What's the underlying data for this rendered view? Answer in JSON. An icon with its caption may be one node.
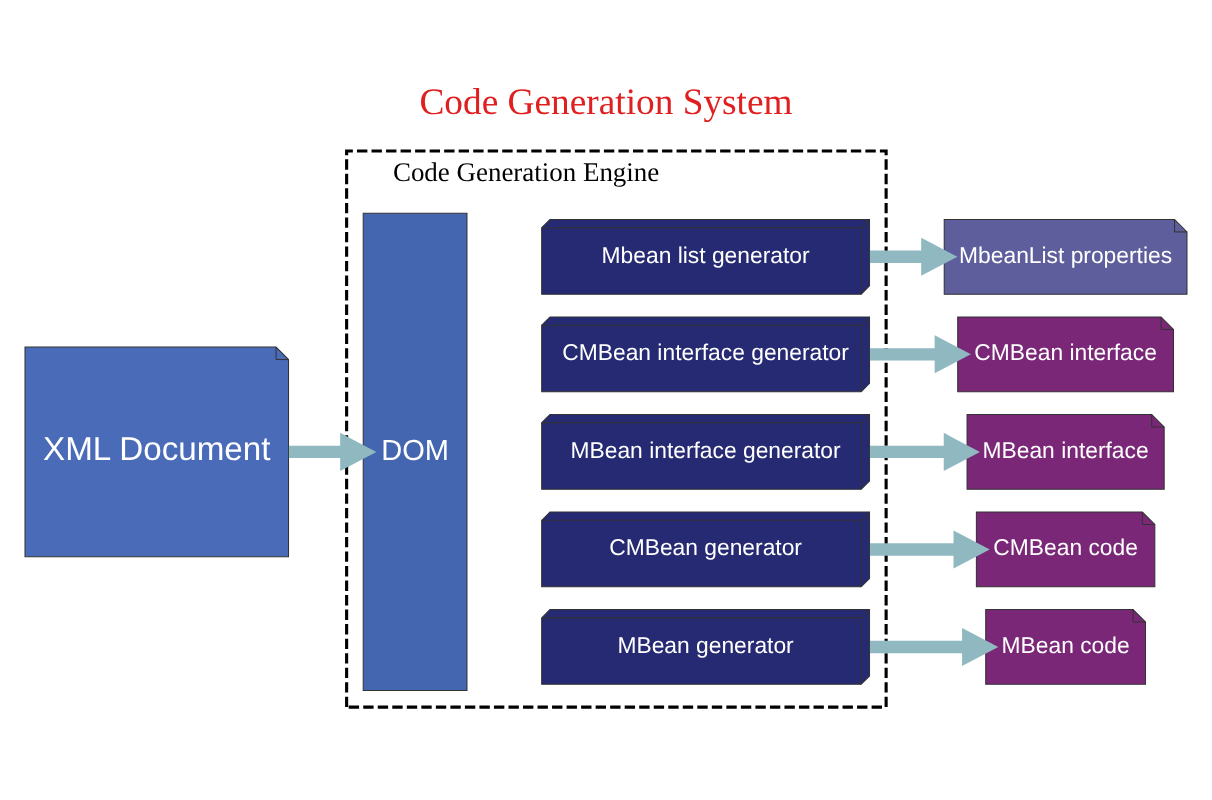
{
  "diagram": {
    "title": "Code Generation System",
    "nodes": [
      {
        "text": [
          "XML Document"
        ]
      },
      {
        "text": [
          "Code Generation Engine"
        ]
      },
      {
        "text": [
          "DOM"
        ],
        "in": 1
      },
      {
        "text": [
          "Mbean list generator"
        ],
        "in": 1
      },
      {
        "text": [
          "CMBean interface generator"
        ],
        "in": 1
      },
      {
        "text": [
          "MBean interface generator"
        ],
        "in": 1
      },
      {
        "text": [
          "CMBean generator"
        ],
        "in": 1
      },
      {
        "text": [
          "MBean generator"
        ],
        "in": 1
      },
      {
        "text": [
          "MbeanList properties"
        ]
      },
      {
        "text": [
          "CMBean interface"
        ]
      },
      {
        "text": [
          "MBean interface"
        ]
      },
      {
        "text": [
          "CMBean code"
        ]
      },
      {
        "text": [
          "MBean code"
        ]
      }
    ],
    "edges": [
      {
        "from": 0,
        "to": 2,
        "arrow": "to"
      },
      {
        "from": 3,
        "to": 8,
        "arrow": "to"
      },
      {
        "from": 4,
        "to": 9,
        "arrow": "to"
      },
      {
        "from": 5,
        "to": 10,
        "arrow": "to"
      },
      {
        "from": 6,
        "to": 11,
        "arrow": "to"
      },
      {
        "from": 7,
        "to": 12,
        "arrow": "to"
      }
    ]
  }
}
